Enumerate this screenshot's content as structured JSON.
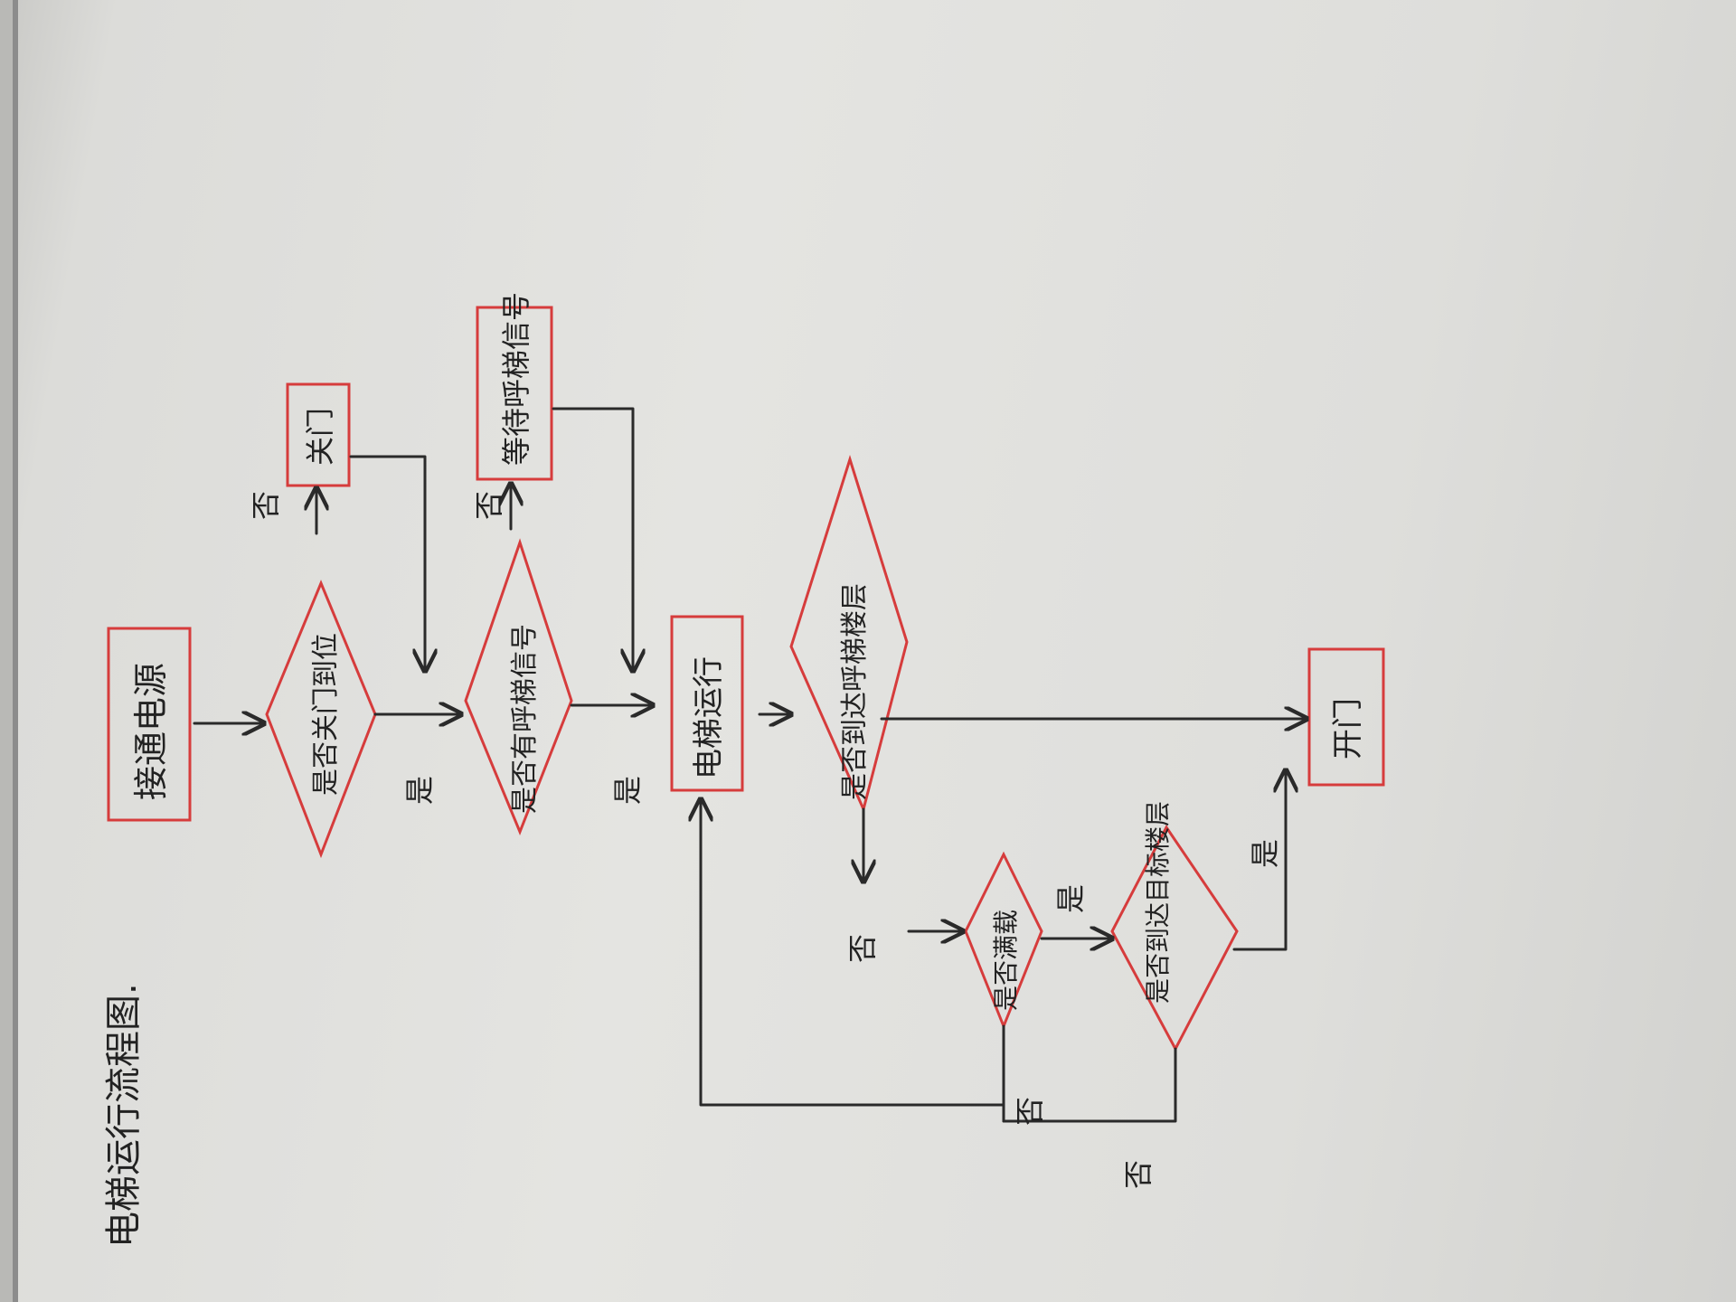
{
  "title": "电梯运行流程图.",
  "nodes": {
    "start": "接通电源",
    "q_door_closed": "是否关门到位",
    "close_door": "关门",
    "q_has_request": "是否有呼梯信号",
    "wait_request": "等待呼梯信号",
    "run": "电梯运行",
    "q_arrive_request_floor": "是否到达呼梯楼层",
    "q_overload": "是否满载",
    "q_arrive_target_floor": "是否到达目标楼层",
    "open_door": "开门"
  },
  "labels": {
    "yes": "是",
    "no": "否"
  }
}
